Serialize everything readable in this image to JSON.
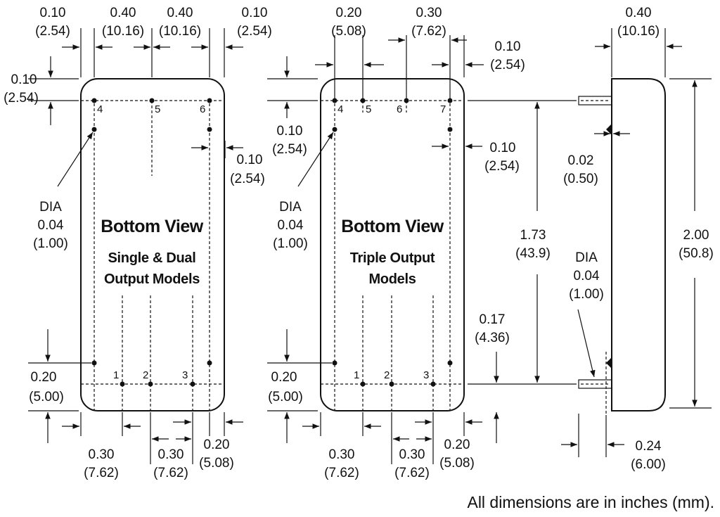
{
  "left_view": {
    "dims": {
      "top_010_in": "0.10",
      "top_010_mm": "(2.54)",
      "top_040a_in": "0.40",
      "top_040a_mm": "(10.16)",
      "top_040b_in": "0.40",
      "top_040b_mm": "(10.16)",
      "top_010b_in": "0.10",
      "top_010b_mm": "(2.54)",
      "left_010_in": "0.10",
      "left_010_mm": "(2.54)",
      "right_010_in": "0.10",
      "right_010_mm": "(2.54)",
      "dia_label": "DIA",
      "dia_in": "0.04",
      "dia_mm": "(1.00)",
      "left_020_in": "0.20",
      "left_020_mm": "(5.00)",
      "bot_030_in": "0.30",
      "bot_030_mm": "(7.62)",
      "bot_030b_in": "0.30",
      "bot_030b_mm": "(7.62)",
      "bot_020_in": "0.20",
      "bot_020_mm": "(5.08)"
    },
    "title": "Bottom View",
    "subtitle_line1": "Single & Dual",
    "subtitle_line2": "Output Models",
    "pins": [
      "4",
      "5",
      "6",
      "1",
      "2",
      "3"
    ]
  },
  "middle_view": {
    "dims": {
      "top_020_in": "0.20",
      "top_020_mm": "(5.08)",
      "top_030_in": "0.30",
      "top_030_mm": "(7.62)",
      "top_010_in": "0.10",
      "top_010_mm": "(2.54)",
      "left_010_in": "0.10",
      "left_010_mm": "(2.54)",
      "right_010_in": "0.10",
      "right_010_mm": "(2.54)",
      "dia_label": "DIA",
      "dia_in": "0.04",
      "dia_mm": "(1.00)",
      "left_020_in": "0.20",
      "left_020_mm": "(5.00)",
      "bot_030_in": "0.30",
      "bot_030_mm": "(7.62)",
      "bot_030b_in": "0.30",
      "bot_030b_mm": "(7.62)",
      "bot_020_in": "0.20",
      "bot_020_mm": "(5.08)"
    },
    "title": "Bottom View",
    "subtitle_line1": "Triple Output",
    "subtitle_line2": "Models",
    "pins": [
      "4",
      "5",
      "6",
      "7",
      "1",
      "2",
      "3"
    ]
  },
  "side_view": {
    "dims": {
      "top_040_in": "0.40",
      "top_040_mm": "(10.16)",
      "pin_dia_in": "0.02",
      "pin_dia_mm": "(0.50)",
      "span_173_in": "1.73",
      "span_173_mm": "(43.9)",
      "height_200_in": "2.00",
      "height_200_mm": "(50.8)",
      "dia_label": "DIA",
      "dia_in": "0.04",
      "dia_mm": "(1.00)",
      "pin_017_in": "0.17",
      "pin_017_mm": "(4.36)",
      "pin_024_in": "0.24",
      "pin_024_mm": "(6.00)"
    }
  },
  "footnote": "All dimensions are in inches (mm)."
}
